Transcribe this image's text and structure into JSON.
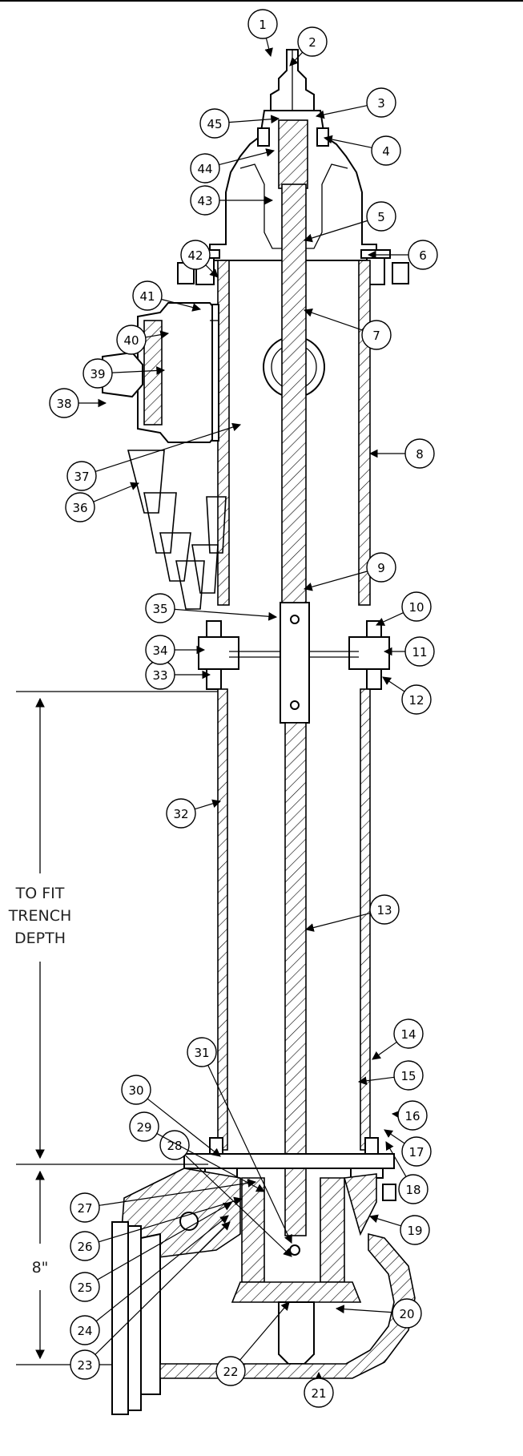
{
  "callouts": [
    {
      "n": "1"
    },
    {
      "n": "2"
    },
    {
      "n": "3"
    },
    {
      "n": "4"
    },
    {
      "n": "5"
    },
    {
      "n": "6"
    },
    {
      "n": "7"
    },
    {
      "n": "8"
    },
    {
      "n": "9"
    },
    {
      "n": "10"
    },
    {
      "n": "11"
    },
    {
      "n": "12"
    },
    {
      "n": "13"
    },
    {
      "n": "14"
    },
    {
      "n": "15"
    },
    {
      "n": "16"
    },
    {
      "n": "17"
    },
    {
      "n": "18"
    },
    {
      "n": "19"
    },
    {
      "n": "20"
    },
    {
      "n": "21"
    },
    {
      "n": "22"
    },
    {
      "n": "23"
    },
    {
      "n": "24"
    },
    {
      "n": "25"
    },
    {
      "n": "26"
    },
    {
      "n": "27"
    },
    {
      "n": "28"
    },
    {
      "n": "29"
    },
    {
      "n": "30"
    },
    {
      "n": "31"
    },
    {
      "n": "32"
    },
    {
      "n": "33"
    },
    {
      "n": "34"
    },
    {
      "n": "35"
    },
    {
      "n": "36"
    },
    {
      "n": "37"
    },
    {
      "n": "38"
    },
    {
      "n": "39"
    },
    {
      "n": "40"
    },
    {
      "n": "41"
    },
    {
      "n": "42"
    },
    {
      "n": "43"
    },
    {
      "n": "44"
    },
    {
      "n": "45"
    }
  ],
  "dimensions": {
    "trench_line1": "TO FIT",
    "trench_line2": "TRENCH",
    "trench_line3": "DEPTH",
    "lower": "8\""
  }
}
